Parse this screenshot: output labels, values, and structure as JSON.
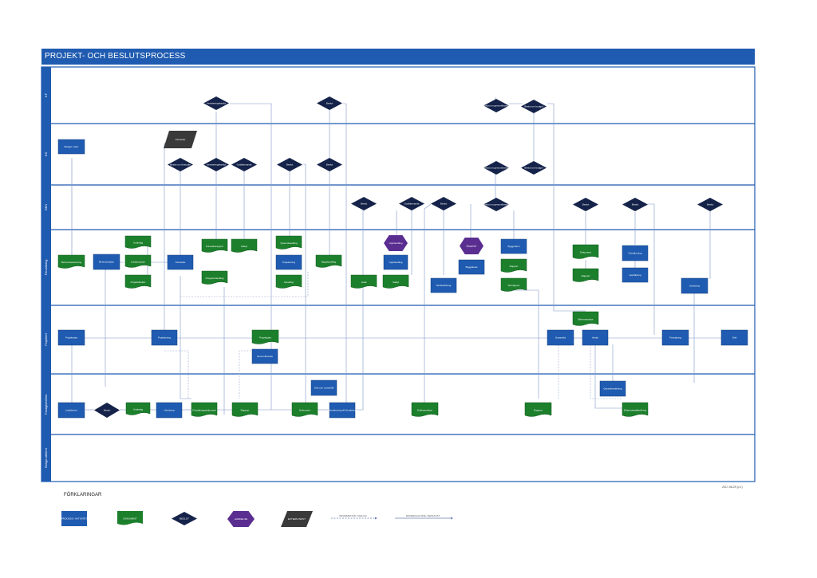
{
  "header": {
    "title": "PROJEKT- OCH BESLUTSPROCESS"
  },
  "version": "2017-08-29 (v.1)",
  "lanes": [
    {
      "id": "kf",
      "label": "KF"
    },
    {
      "id": "ks",
      "label": "KS"
    },
    {
      "id": "nn",
      "label": "SBN"
    },
    {
      "id": "fv",
      "label": "Förvaltning"
    },
    {
      "id": "pl",
      "label": "Projektet"
    },
    {
      "id": "pf",
      "label": "Fastighetsförv."
    },
    {
      "id": "ov",
      "label": "Övriga aktörer"
    }
  ],
  "legend": {
    "title": "FÖRKLARINGAR",
    "items": [
      {
        "kind": "process",
        "label": "PROCESS / AKTIVITET"
      },
      {
        "kind": "document",
        "label": "DOKUMENT"
      },
      {
        "kind": "decision",
        "label": "BESLUT"
      },
      {
        "kind": "event",
        "label": "HÄNDELSE"
      },
      {
        "kind": "input",
        "label": "EXTERN INPUT"
      }
    ],
    "lines": [
      {
        "style": "dashed",
        "label": "INFORMATION / DIALOG"
      },
      {
        "style": "solid",
        "label": "MATERIALFLÖDE / RESULTAT"
      }
    ]
  },
  "colors": {
    "blue": "#1f5bb0",
    "green": "#1c7f2c",
    "navy": "#15234a",
    "purple": "#5a2d91",
    "dark": "#3a3a3a"
  },
  "nodes": [
    {
      "type": "decision",
      "label": "Investeringsbeslut"
    },
    {
      "type": "decision",
      "label": "Beslut"
    },
    {
      "type": "decision",
      "label": "Beslut om genomförande"
    },
    {
      "type": "decision",
      "label": "Beslut om budget"
    },
    {
      "type": "process",
      "label": "Budget / plan"
    },
    {
      "type": "input",
      "label": "Förstudie"
    },
    {
      "type": "decision",
      "label": "Beslut om förstudie"
    },
    {
      "type": "decision",
      "label": "Investeringsbeslut"
    },
    {
      "type": "decision",
      "label": "Godkännande"
    },
    {
      "type": "decision",
      "label": "Beslut"
    },
    {
      "type": "decision",
      "label": "Beslut"
    },
    {
      "type": "decision",
      "label": "Beslut om genomförande"
    },
    {
      "type": "decision",
      "label": "Beslut om budget"
    },
    {
      "type": "decision",
      "label": "Beslut"
    },
    {
      "type": "decision",
      "label": "Godkännande"
    },
    {
      "type": "decision",
      "label": "Beslut"
    },
    {
      "type": "decision",
      "label": "Beslut om genomförande"
    },
    {
      "type": "decision",
      "label": "Beslut"
    },
    {
      "type": "decision",
      "label": "Beslut"
    },
    {
      "type": "decision",
      "label": "Beslut"
    },
    {
      "type": "document",
      "label": "Behovsbeskrivning"
    },
    {
      "type": "process",
      "label": "Behovsanalys"
    },
    {
      "type": "document",
      "label": "Underlag"
    },
    {
      "type": "document",
      "label": "Lokalprogram"
    },
    {
      "type": "document",
      "label": "Projektdirektiv"
    },
    {
      "type": "process",
      "label": "Förstudie"
    },
    {
      "type": "document",
      "label": "Förstudierapport"
    },
    {
      "type": "document",
      "label": "Kalkyl"
    },
    {
      "type": "document",
      "label": "Programhandling"
    },
    {
      "type": "document",
      "label": "Systemhandling"
    },
    {
      "type": "process",
      "label": "Projektering"
    },
    {
      "type": "document",
      "label": "Handling"
    },
    {
      "type": "document",
      "label": "Bygghandling"
    },
    {
      "type": "event",
      "label": "Upphandling"
    },
    {
      "type": "process",
      "label": "Upphandling"
    },
    {
      "type": "document",
      "label": "Avtal"
    },
    {
      "type": "document",
      "label": "Kalkyl"
    },
    {
      "type": "event",
      "label": "Byggstart"
    },
    {
      "type": "process",
      "label": "Byggskede"
    },
    {
      "type": "process",
      "label": "Byggnation"
    },
    {
      "type": "document",
      "label": "Rapport"
    },
    {
      "type": "document",
      "label": "Slutrapport"
    },
    {
      "type": "process",
      "label": "Slutbesiktning"
    },
    {
      "type": "document",
      "label": "Dokument"
    },
    {
      "type": "process",
      "label": "Överlämning"
    },
    {
      "type": "document",
      "label": "Rapport"
    },
    {
      "type": "process",
      "label": "Uppföljning"
    },
    {
      "type": "process",
      "label": "Utredning"
    },
    {
      "type": "process",
      "label": "Projektstart"
    },
    {
      "type": "process",
      "label": "Projektering"
    },
    {
      "type": "document",
      "label": "Projektplan"
    },
    {
      "type": "process",
      "label": "Genomförande"
    },
    {
      "type": "process",
      "label": "Garantitid"
    },
    {
      "type": "process",
      "label": "Avslut"
    },
    {
      "type": "process",
      "label": "Förvaltning"
    },
    {
      "type": "process",
      "label": "Drift"
    },
    {
      "type": "document",
      "label": "Behovsanalys"
    },
    {
      "type": "process",
      "label": "Lokalbehov"
    },
    {
      "type": "decision",
      "label": "Beslut"
    },
    {
      "type": "document",
      "label": "Underlag"
    },
    {
      "type": "process",
      "label": "Utredning"
    },
    {
      "type": "document",
      "label": "Förvaltningsdokument"
    },
    {
      "type": "document",
      "label": "Rapport"
    },
    {
      "type": "document",
      "label": "Dokument"
    },
    {
      "type": "process",
      "label": "Drift och underhåll"
    },
    {
      "type": "process",
      "label": "Överlämning till förvaltning"
    },
    {
      "type": "document",
      "label": "Driftinstruktion"
    },
    {
      "type": "document",
      "label": "Rapport"
    },
    {
      "type": "process",
      "label": "Garantibesiktning"
    },
    {
      "type": "document",
      "label": "Erfarenhetsåterföring"
    }
  ]
}
